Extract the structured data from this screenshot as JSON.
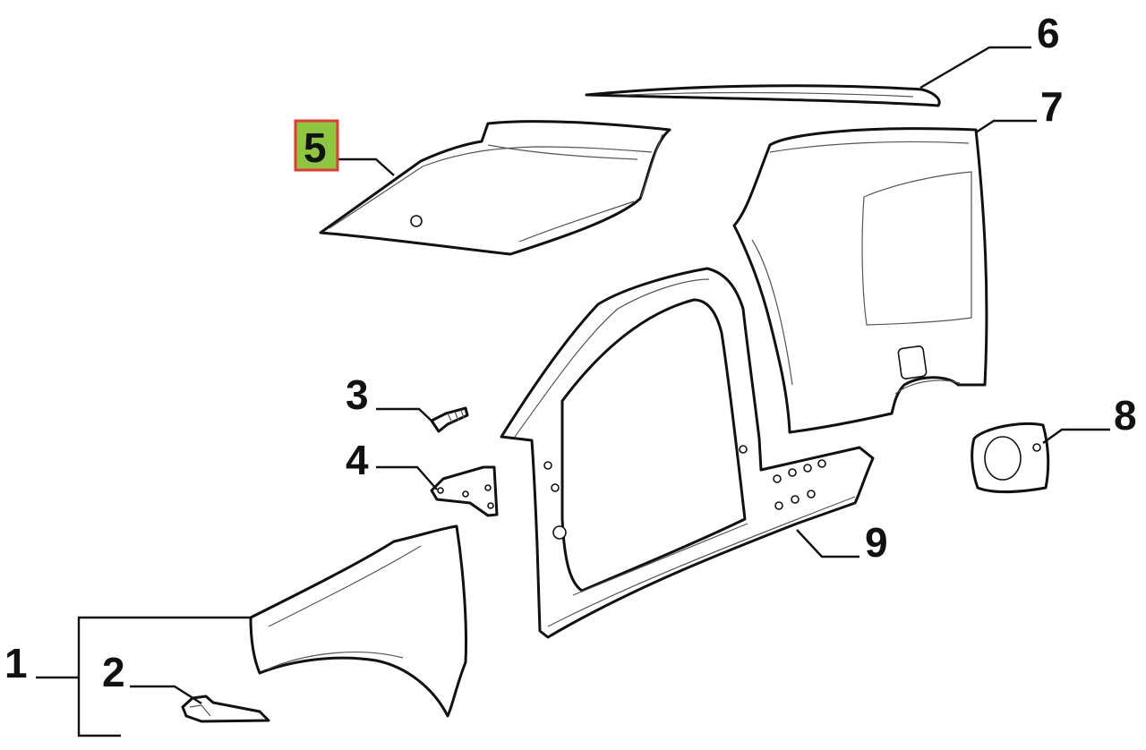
{
  "highlight": {
    "fill": "#8dc63f",
    "border": "#e53935"
  },
  "callouts": [
    {
      "id": "1",
      "label": "1",
      "highlighted": false
    },
    {
      "id": "2",
      "label": "2",
      "highlighted": false
    },
    {
      "id": "3",
      "label": "3",
      "highlighted": false
    },
    {
      "id": "4",
      "label": "4",
      "highlighted": false
    },
    {
      "id": "5",
      "label": "5",
      "highlighted": true
    },
    {
      "id": "6",
      "label": "6",
      "highlighted": false
    },
    {
      "id": "7",
      "label": "7",
      "highlighted": false
    },
    {
      "id": "8",
      "label": "8",
      "highlighted": false
    },
    {
      "id": "9",
      "label": "9",
      "highlighted": false
    }
  ]
}
